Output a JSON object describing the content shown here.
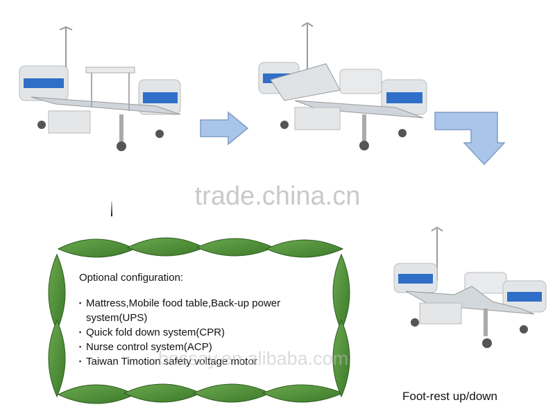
{
  "watermarks": {
    "top": "trade.china.cn",
    "bottom": "bossay.en.alibaba.com"
  },
  "config": {
    "heading": "Optional configuration:",
    "items": [
      "Mattress,Mobile food table,Back-up power system(UPS)",
      "Quick fold down system(CPR)",
      "Nurse control system(ACP)",
      "Taiwan Timotion safety voltage motor"
    ]
  },
  "caption": "Foot-rest up/down",
  "colors": {
    "accent_blue": "#2f6fc7",
    "arrow_fill": "#a9c6ea",
    "arrow_stroke": "#7f9cc4",
    "leaf_green": "#4f8f37",
    "bed_gray": "#d8dde2"
  },
  "icons": {
    "right_arrow": "right-arrow-icon",
    "down_arrow": "down-arrow-icon"
  }
}
